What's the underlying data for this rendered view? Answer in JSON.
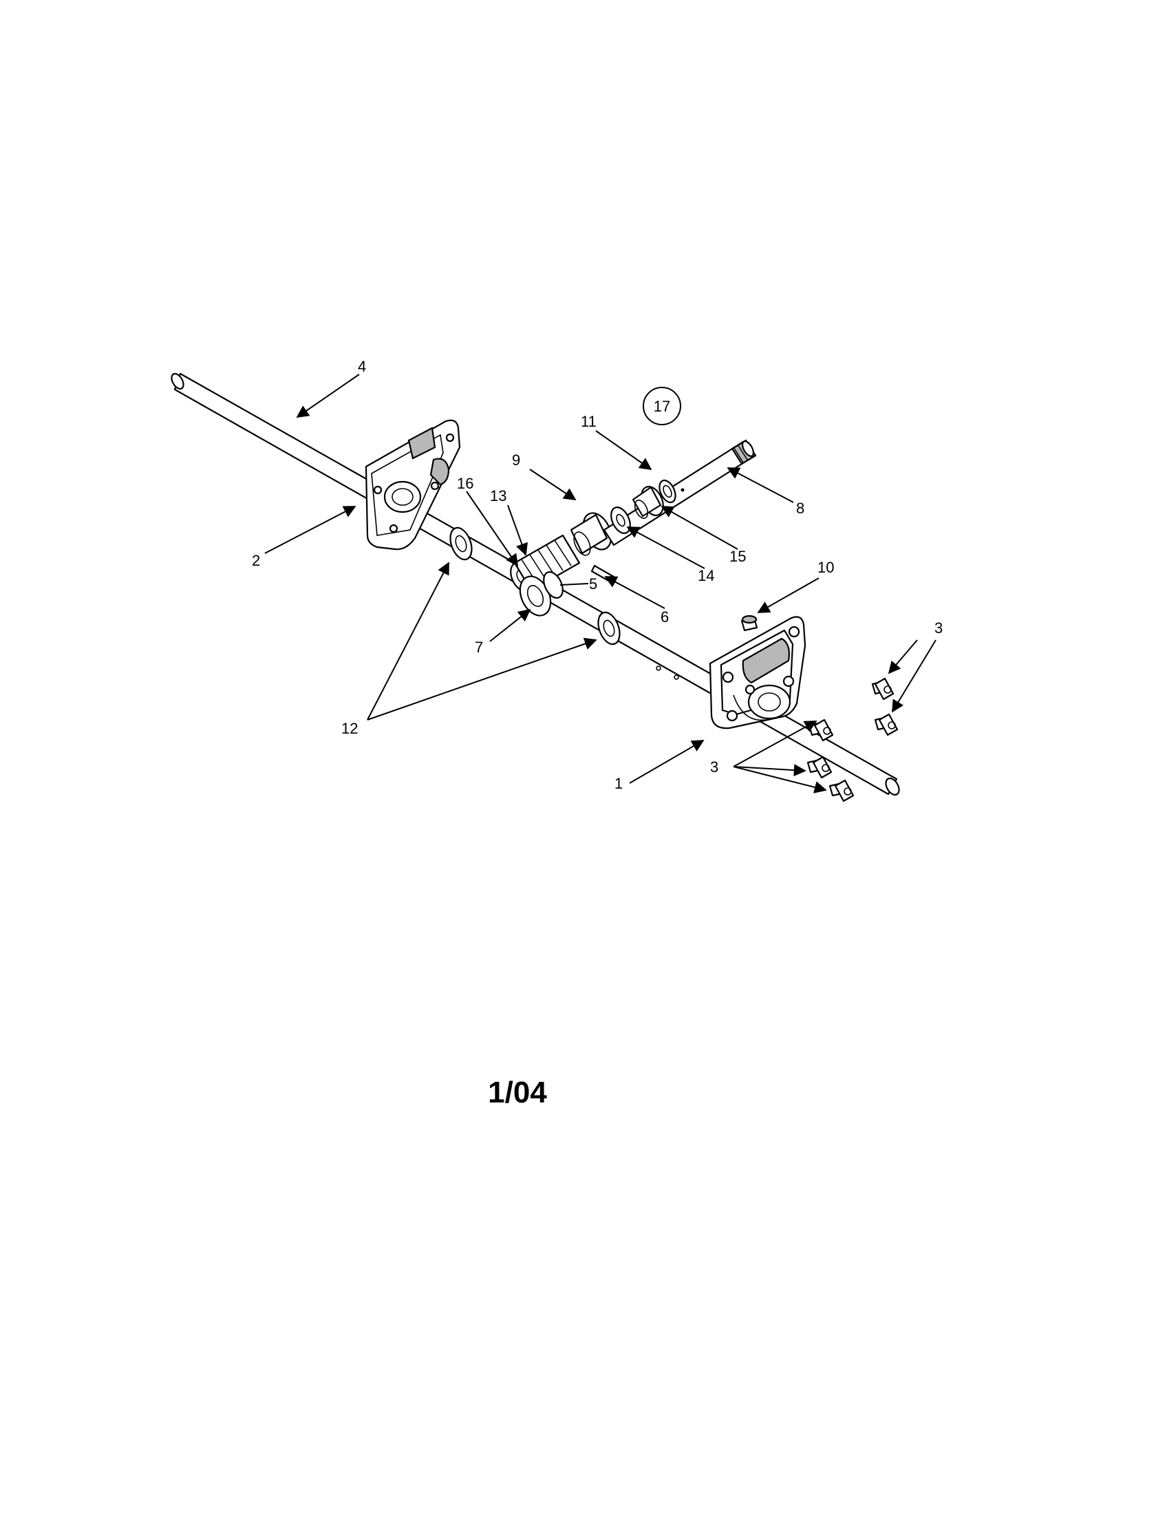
{
  "callouts": {
    "c1": "1",
    "c2": "2",
    "c3a": "3",
    "c3b": "3",
    "c4": "4",
    "c5": "5",
    "c6": "6",
    "c7": "7",
    "c8": "8",
    "c9": "9",
    "c10": "10",
    "c11": "11",
    "c12": "12",
    "c13": "13",
    "c14": "14",
    "c15": "15",
    "c16": "16",
    "c17": "17"
  },
  "footer": {
    "date_code": "1/04"
  }
}
